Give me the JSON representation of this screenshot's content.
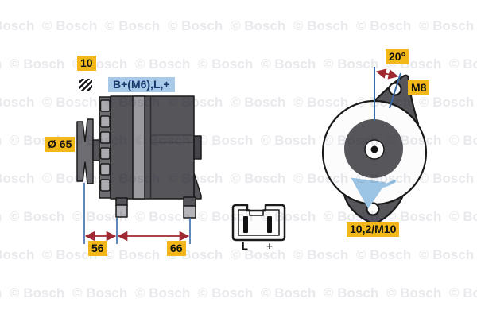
{
  "watermark": {
    "text": "© Bosch"
  },
  "labels": {
    "belt_width": "10",
    "terminals": "B+(M6),L,+",
    "pulley_diameter": "Ø 65",
    "dim_front": "56",
    "dim_rear": "66",
    "mount_angle": "20°",
    "mount_thread_top": "M8",
    "mount_hole_bottom": "10,2/M10",
    "pin_left": "L",
    "pin_right": "+"
  },
  "icons": {
    "hatch": "diagonal-hatch-belt-profile"
  },
  "colors": {
    "label-yellow": "#F2B718",
    "label-blue-bg": "#A9C9E9",
    "label-blue-text": "#17396B",
    "dimension-red": "#A02830",
    "line-blue": "#3A6BA8",
    "rotation-blue": "#9CC4E4",
    "metal-dark": "#55555A",
    "metal-mid": "#6E6E72",
    "metal-light": "#9B9BA0",
    "metal-lighter": "#ACACB0",
    "foot-light": "#B5B5B9",
    "outline": "#1A1A1A",
    "watermark": "rgba(25,40,70,0.10)"
  }
}
